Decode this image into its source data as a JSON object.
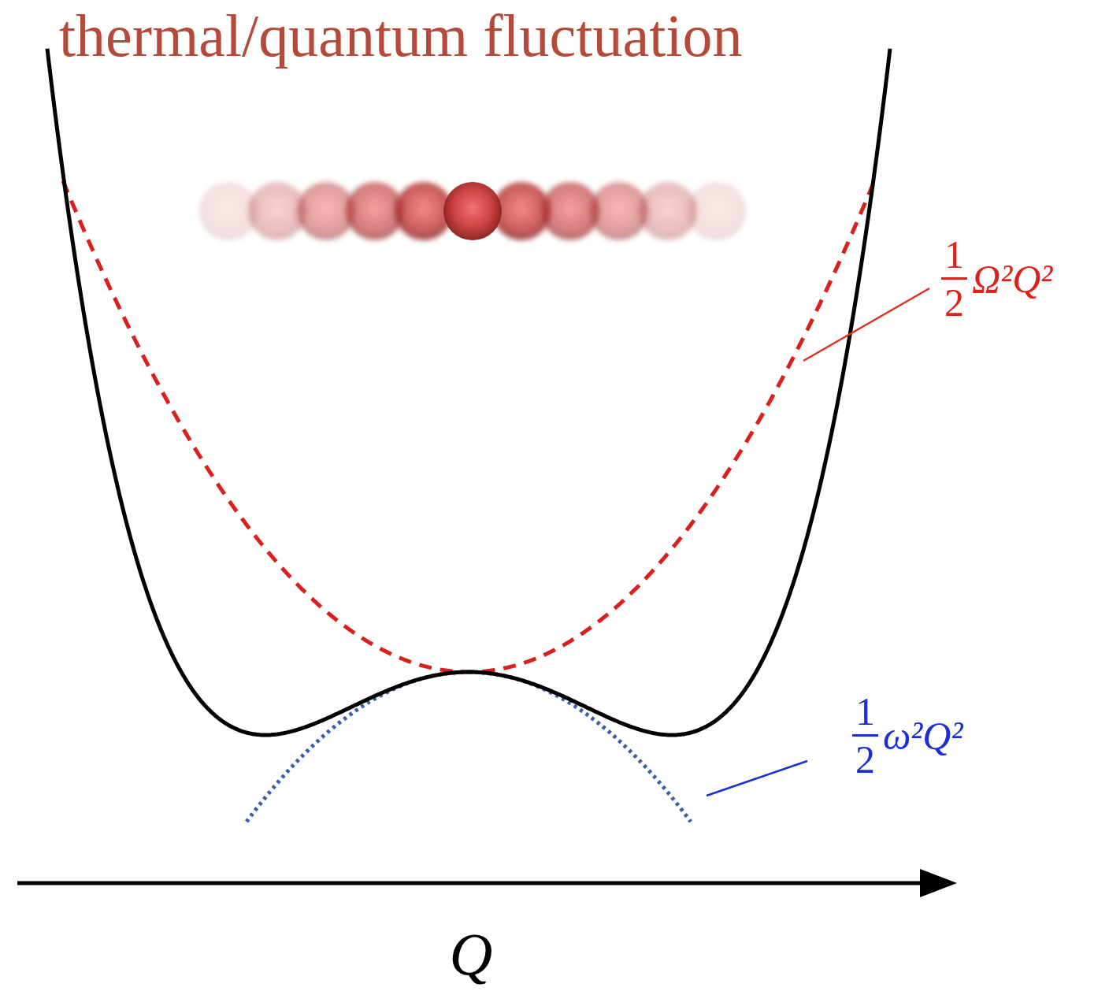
{
  "diagram": {
    "title": "thermal/quantum fluctuation",
    "labels": [
      "1",
      "2",
      "Ω²Q²",
      "1",
      "2",
      "ω²Q²",
      "Q"
    ]
  }
}
